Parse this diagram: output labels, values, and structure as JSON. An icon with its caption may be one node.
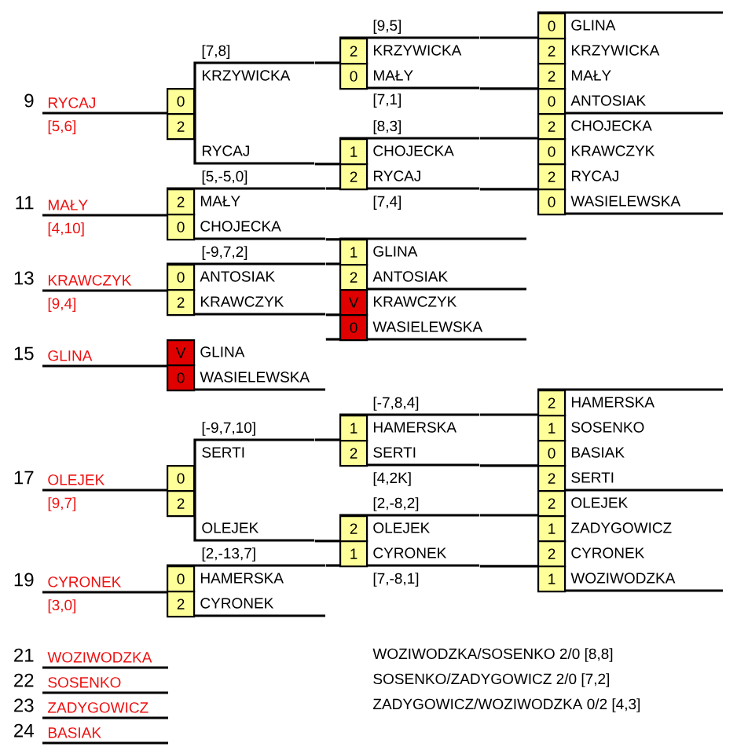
{
  "diagram": {
    "nodes": [
      {
        "text": [
          "RYCAJ"
        ],
        "beside": [
          "9",
          "[5,6]"
        ]
      },
      {
        "text": [
          "MAŁY"
        ],
        "beside": [
          "11",
          "[4,10]"
        ]
      },
      {
        "text": [
          "KRAWCZYK"
        ],
        "beside": [
          "13",
          "[9,4]"
        ]
      },
      {
        "text": [
          "GLINA"
        ],
        "beside": [
          "15"
        ]
      },
      {
        "text": [
          "OLEJEK"
        ],
        "beside": [
          "17",
          "[9,7]"
        ]
      },
      {
        "text": [
          "CYRONEK"
        ],
        "beside": [
          "19",
          "[3,0]"
        ]
      },
      {
        "text": [
          "WOZIWODZKA"
        ],
        "beside": [
          "21"
        ]
      },
      {
        "text": [
          "SOSENKO"
        ],
        "beside": [
          "22"
        ]
      },
      {
        "text": [
          "ZADYGOWICZ"
        ],
        "beside": [
          "23"
        ]
      },
      {
        "text": [
          "BASIAK"
        ],
        "beside": [
          "24"
        ]
      },
      {
        "text": [
          "KRZYWICKA",
          "0",
          "2",
          "RYCAJ"
        ],
        "beside": [
          "[7,8]"
        ]
      },
      {
        "text": [
          "2",
          "MAŁY",
          "0",
          "CHOJECKA"
        ],
        "beside": [
          "[5,-5,0]"
        ]
      },
      {
        "text": [
          "0",
          "ANTOSIAK",
          "2",
          "KRAWCZYK"
        ],
        "beside": [
          "[-9,7,2]"
        ]
      },
      {
        "text": [
          "V",
          "GLINA",
          "0",
          "WASIELEWSKA"
        ]
      },
      {
        "text": [
          "SERTI",
          "0",
          "2",
          "OLEJEK"
        ],
        "beside": [
          "[-9,7,10]"
        ]
      },
      {
        "text": [
          "0",
          "HAMERSKA",
          "2",
          "CYRONEK"
        ],
        "beside": [
          "[2,-13,7]"
        ]
      },
      {
        "text": [
          "2",
          "KRZYWICKA",
          "0",
          "MAŁY"
        ],
        "beside": [
          "[9,5]",
          "[7,1]"
        ]
      },
      {
        "text": [
          "1",
          "CHOJECKA",
          "2",
          "RYCAJ"
        ],
        "beside": [
          "[8,3]",
          "[7,4]"
        ]
      },
      {
        "text": [
          "1",
          "GLINA",
          "2",
          "ANTOSIAK"
        ]
      },
      {
        "text": [
          "V",
          "KRAWCZYK",
          "0",
          "WASIELEWSKA"
        ]
      },
      {
        "text": [
          "1",
          "HAMERSKA",
          "2",
          "SERTI"
        ],
        "beside": [
          "[-7,8,4]",
          "[4,2K]"
        ]
      },
      {
        "text": [
          "2",
          "OLEJEK",
          "1",
          "CYRONEK"
        ],
        "beside": [
          "[2,-8,2]",
          "[7,-8,1]"
        ]
      },
      {
        "text": [
          "0",
          "GLINA",
          "2",
          "KRZYWICKA",
          "2",
          "MAŁY",
          "0",
          "ANTOSIAK"
        ]
      },
      {
        "text": [
          "2",
          "CHOJECKA",
          "0",
          "KRAWCZYK",
          "2",
          "RYCAJ",
          "0",
          "WASIELEWSKA"
        ]
      },
      {
        "text": [
          "2",
          "HAMERSKA",
          "1",
          "SOSENKO",
          "0",
          "BASIAK",
          "2",
          "SERTI"
        ]
      },
      {
        "text": [
          "2",
          "OLEJEK",
          "1",
          "ZADYGOWICZ",
          "2",
          "CYRONEK",
          "1",
          "WOZIWODZKA"
        ]
      }
    ],
    "edges": [
      {
        "from": 0,
        "to": 10,
        "arrow": "none"
      },
      {
        "from": 1,
        "to": 11,
        "arrow": "none"
      },
      {
        "from": 2,
        "to": 12,
        "arrow": "none"
      },
      {
        "from": 3,
        "to": 13,
        "arrow": "none"
      },
      {
        "from": 4,
        "to": 14,
        "arrow": "none"
      },
      {
        "from": 5,
        "to": 15,
        "arrow": "none"
      },
      {
        "from": 10,
        "to": 16,
        "arrow": "none"
      },
      {
        "from": 10,
        "to": 17,
        "arrow": "none"
      },
      {
        "from": 11,
        "to": 17,
        "arrow": "none"
      },
      {
        "from": 11,
        "to": 18,
        "arrow": "none"
      },
      {
        "from": 12,
        "to": 18,
        "arrow": "none"
      },
      {
        "from": 12,
        "to": 19,
        "arrow": "none"
      },
      {
        "from": 13,
        "to": 19,
        "arrow": "none"
      },
      {
        "from": 14,
        "to": 20,
        "arrow": "none"
      },
      {
        "from": 14,
        "to": 21,
        "arrow": "none"
      },
      {
        "from": 15,
        "to": 21,
        "arrow": "none"
      },
      {
        "from": 16,
        "to": 22,
        "arrow": "none"
      },
      {
        "from": 16,
        "to": 22,
        "arrow": "none"
      },
      {
        "from": 17,
        "to": 23,
        "arrow": "none"
      },
      {
        "from": 17,
        "to": 23,
        "arrow": "none"
      },
      {
        "from": 20,
        "to": 24,
        "arrow": "none"
      },
      {
        "from": 20,
        "to": 24,
        "arrow": "none"
      },
      {
        "from": 21,
        "to": 25,
        "arrow": "none"
      },
      {
        "from": 21,
        "to": 25,
        "arrow": "none"
      }
    ],
    "labels": [
      "WOZIWODZKA/SOSENKO 2/0  [8,8]",
      "SOSENKO/ZADYGOWICZ 2/0 [7,2]",
      "ZADYGOWICZ/WOZIWODZKA 0/2 [4,3]"
    ]
  }
}
